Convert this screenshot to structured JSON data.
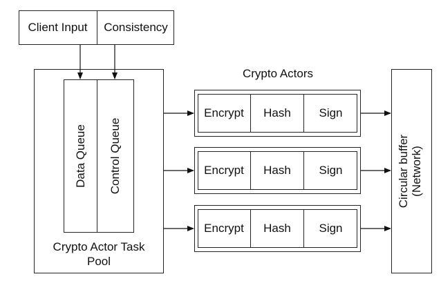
{
  "top_boxes": {
    "client_input": "Client Input",
    "consistency": "Consistency"
  },
  "pool": {
    "data_queue": "Data Queue",
    "control_queue": "Control Queue",
    "title_line1": "Crypto Actor Task",
    "title_line2": "Pool"
  },
  "actors": {
    "title": "Crypto Actors",
    "rows": [
      {
        "encrypt": "Encrypt",
        "hash": "Hash",
        "sign": "Sign"
      },
      {
        "encrypt": "Encrypt",
        "hash": "Hash",
        "sign": "Sign"
      },
      {
        "encrypt": "Encrypt",
        "hash": "Hash",
        "sign": "Sign"
      }
    ]
  },
  "buffer": {
    "line1": "Circular buffer",
    "line2": "(Network)"
  }
}
